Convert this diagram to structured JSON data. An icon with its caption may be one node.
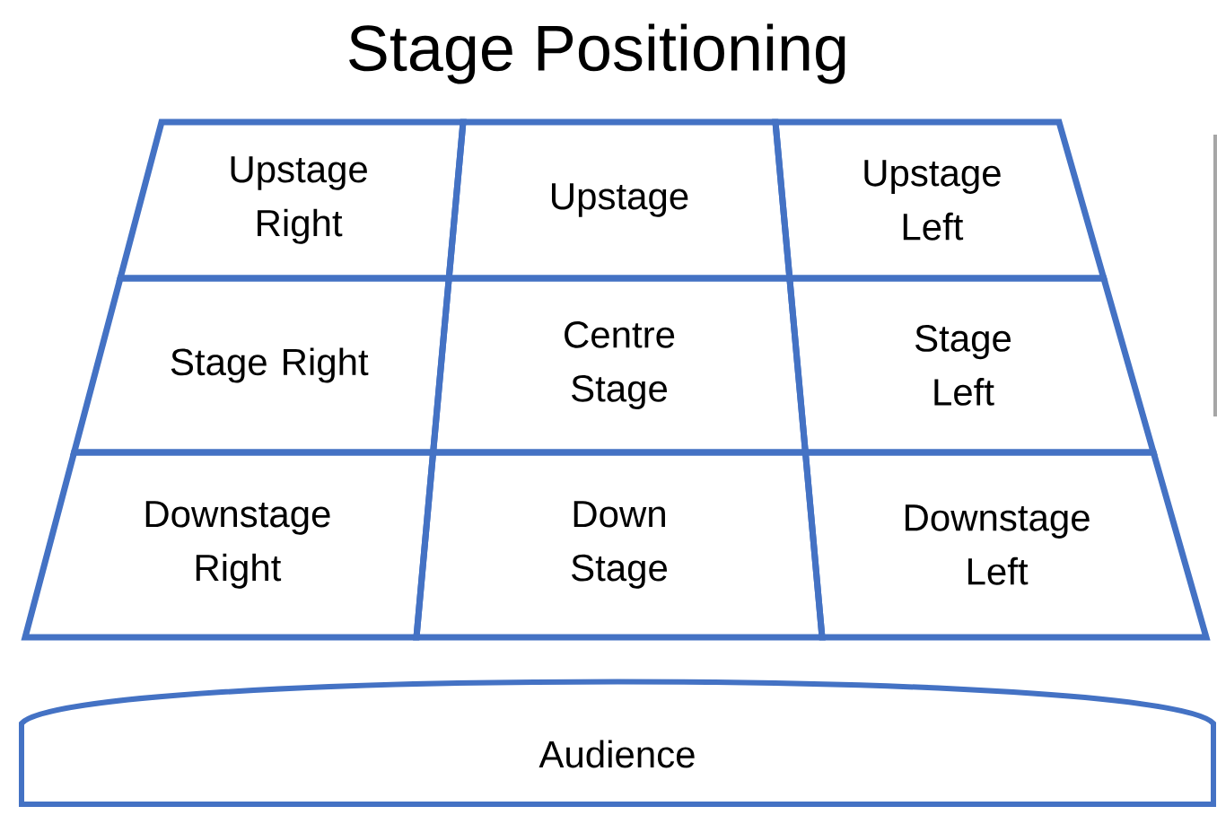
{
  "diagram": {
    "title": "Stage Positioning",
    "nodes": [
      {
        "text": [
          "Upstage Right"
        ]
      },
      {
        "text": [
          "Upstage"
        ]
      },
      {
        "text": [
          "Upstage Left"
        ]
      },
      {
        "text": [
          "Stage Right"
        ]
      },
      {
        "text": [
          "Centre Stage"
        ]
      },
      {
        "text": [
          "Stage Left"
        ]
      },
      {
        "text": [
          "Downstage Right"
        ]
      },
      {
        "text": [
          "Down Stage"
        ]
      },
      {
        "text": [
          "Downstage Left"
        ]
      },
      {
        "text": [
          "Audience"
        ]
      }
    ]
  }
}
